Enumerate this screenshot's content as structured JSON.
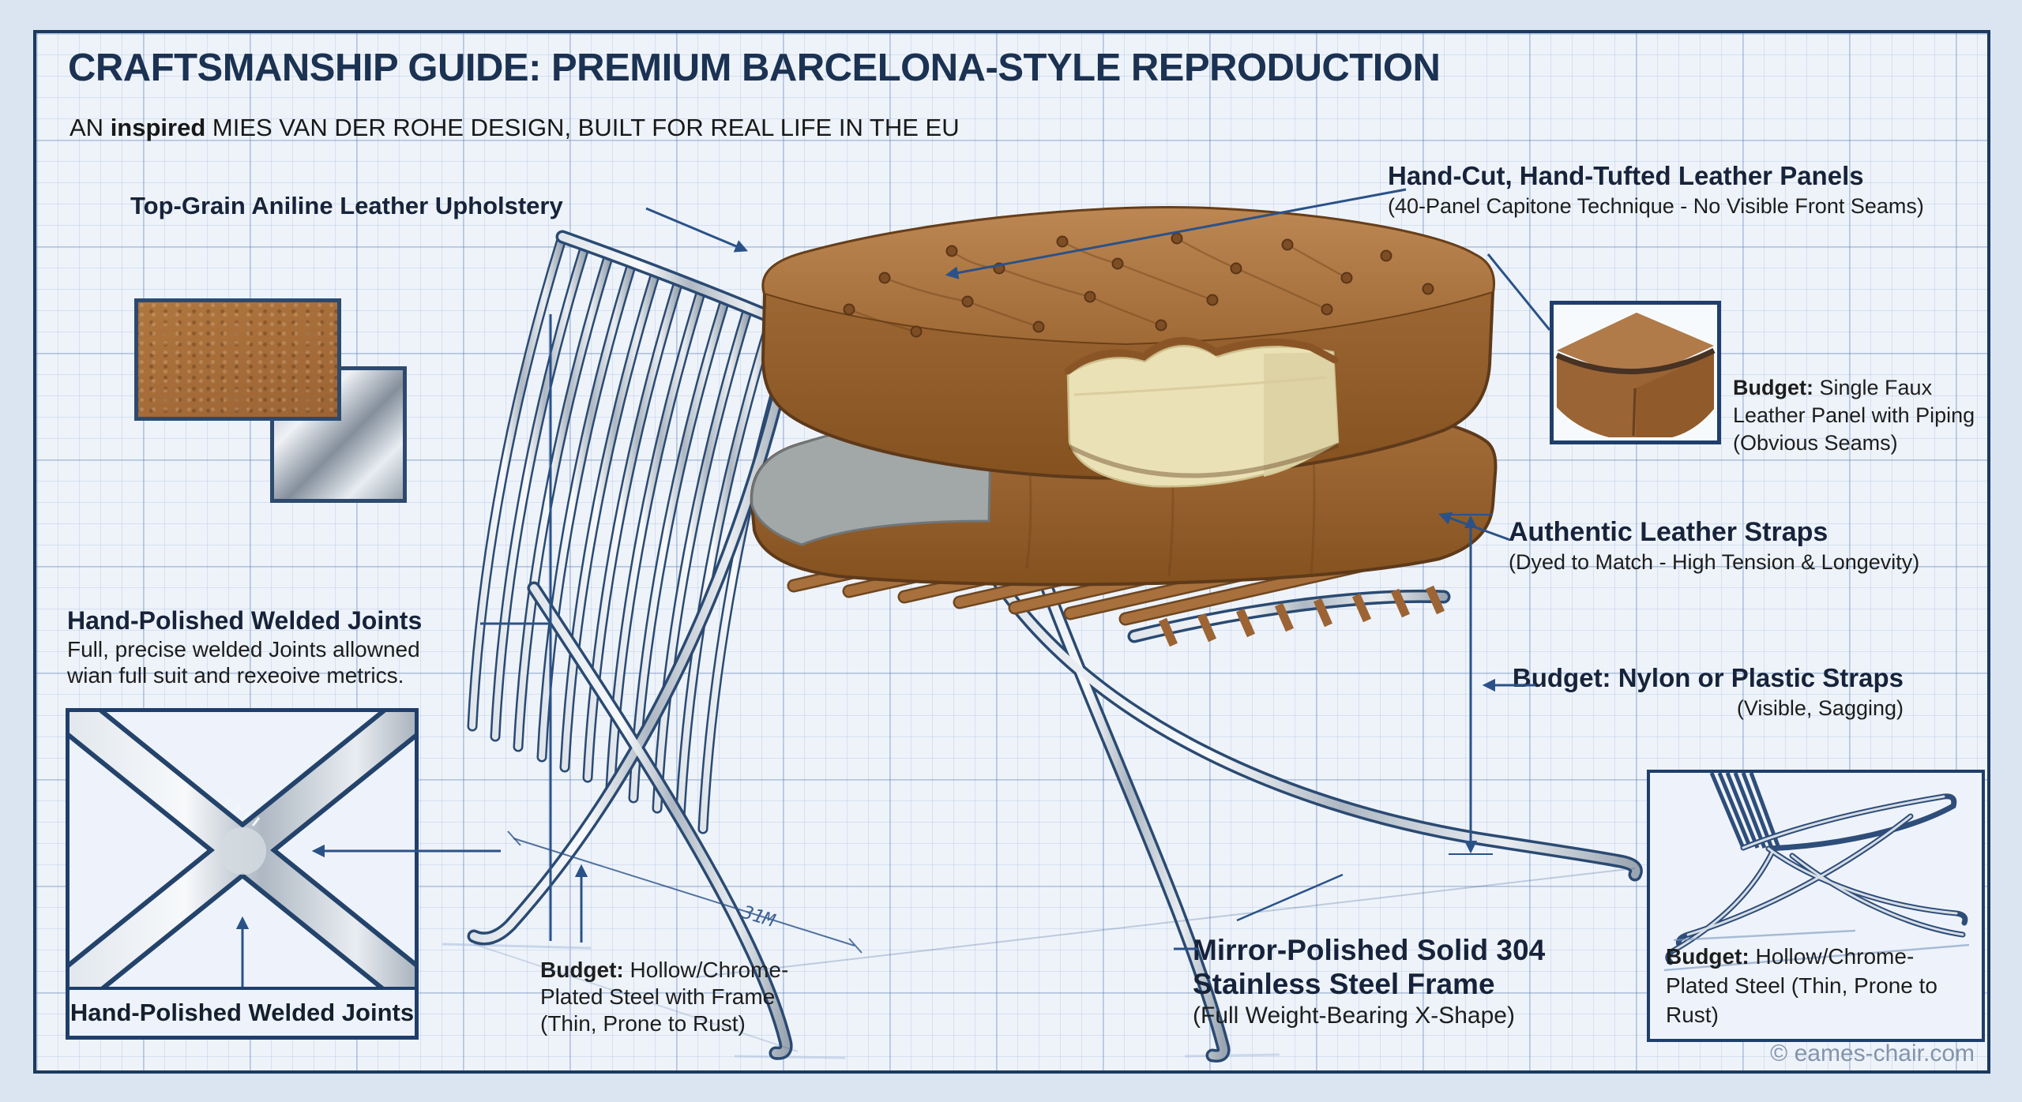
{
  "colors": {
    "navy_border": "#1c3a5f",
    "accent_line": "#2a5288",
    "leather": "#a9713f",
    "title": "#1b3252",
    "copyright_text": "#8394ab"
  },
  "header": {
    "title": "CRAFTSMANSHIP GUIDE: PREMIUM BARCELONA-STYLE REPRODUCTION",
    "subtitle_prefix": "AN ",
    "subtitle_highlight": "inspired",
    "subtitle_suffix": " MIES VAN DER ROHE DESIGN, BUILT FOR REAL LIFE IN THE EU"
  },
  "callouts": {
    "upholstery": "Top-Grain Aniline Leather Upholstery",
    "leather_panels_title": "Hand-Cut, Hand-Tufted Leather Panels",
    "leather_panels_detail": "(40-Panel Capitone Technique - No Visible Front Seams)",
    "budget_panel_label": "Budget:",
    "budget_panel_text": " Single Faux Leather Panel with Piping (Obvious Seams)",
    "leather_straps_title": "Authentic Leather Straps",
    "leather_straps_detail": "(Dyed to Match - High Tension & Longevity)",
    "budget_straps_title": "Budget: Nylon or Plastic Straps",
    "budget_straps_detail": "(Visible, Sagging)",
    "welded_title": "Hand-Polished Welded Joints",
    "welded_line1": "Full, precise welded Joints allowned",
    "welded_line2": "wian full suit and rexeoive metrics.",
    "steel_title_line1": "Mirror-Polished Solid 304",
    "steel_title_line2": "Stainless Steel Frame",
    "steel_detail": "(Full Weight-Bearing X-Shape)",
    "budget_frame_label": "Budget:",
    "budget_frame_text": " Hollow/Chrome-Plated Steel with Frame (Thin, Prone to Rust)",
    "dimension_note": "31M"
  },
  "insets": {
    "xjoint_caption": "Hand-Polished Welded Joints",
    "budget_chair_label": "Budget:",
    "budget_chair_text": " Hollow/Chrome-Plated Steel (Thin, Prone to Rust)"
  },
  "footer": {
    "copyright": "© eames-chair.com"
  }
}
